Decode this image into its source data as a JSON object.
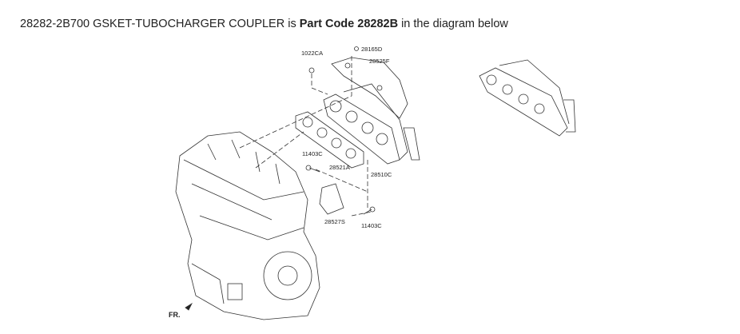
{
  "caption": {
    "prefix": "28282-2B700 GSKET-TUBOCHARGER COUPLER is ",
    "bold": "Part Code 28282B",
    "suffix": " in the diagram below"
  },
  "diagram": {
    "labels": {
      "l1022ca": "1022CA",
      "l28165d": "28165D",
      "l28525f": "28525F",
      "l11403c_a": "11403C",
      "l28521a": "28521A",
      "l28510c": "28510C",
      "l28527s": "28527S",
      "l11403c_b": "11403C",
      "fr": "FR."
    }
  }
}
